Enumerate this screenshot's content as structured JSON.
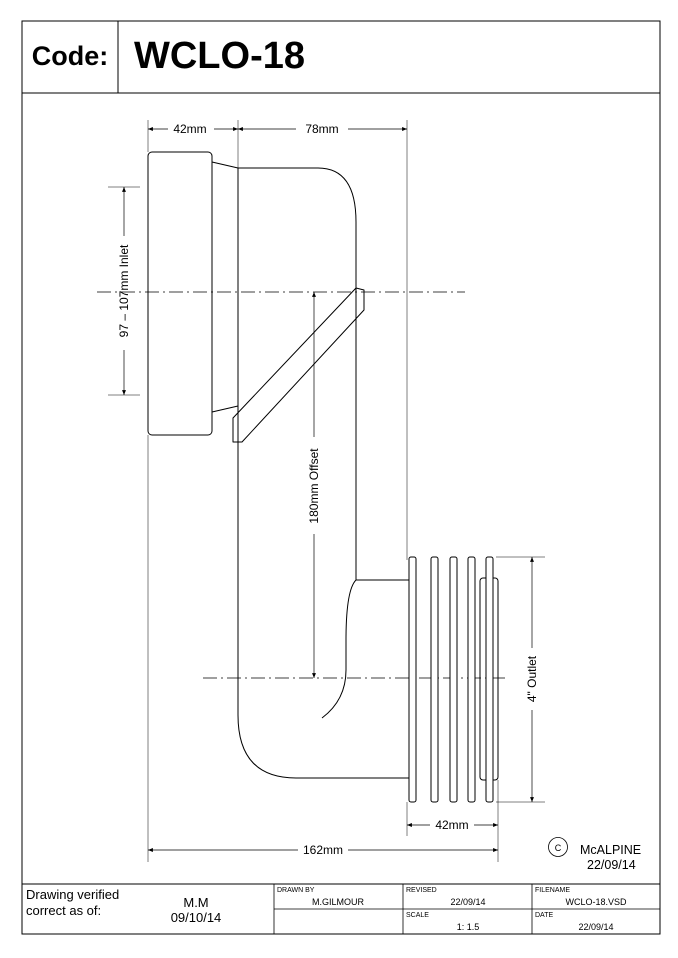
{
  "header": {
    "code_label": "Code:",
    "code_value": "WCLO-18"
  },
  "dimensions": {
    "top_left_width": "42mm",
    "top_right_width": "78mm",
    "inlet": "97 – 107mm Inlet",
    "offset": "180mm Offset",
    "outlet": "4\" Outlet",
    "outlet_width": "42mm",
    "overall_width": "162mm"
  },
  "maker": {
    "copyright_symbol": "C",
    "name": "McALPINE",
    "date": "22/09/14"
  },
  "title_block": {
    "verified_line1": "Drawing verified",
    "verified_line2": "correct as of:",
    "verifier": "M.M",
    "verified_date": "09/10/14",
    "drawn_by_label": "DRAWN BY",
    "drawn_by": "M.GILMOUR",
    "revised_label": "REVISED",
    "revised": "22/09/14",
    "filename_label": "FILENAME",
    "filename": "WCLO-18.VSD",
    "scale_label": "SCALE",
    "scale": "1: 1.5",
    "date_label": "DATE",
    "date": "22/09/14"
  }
}
